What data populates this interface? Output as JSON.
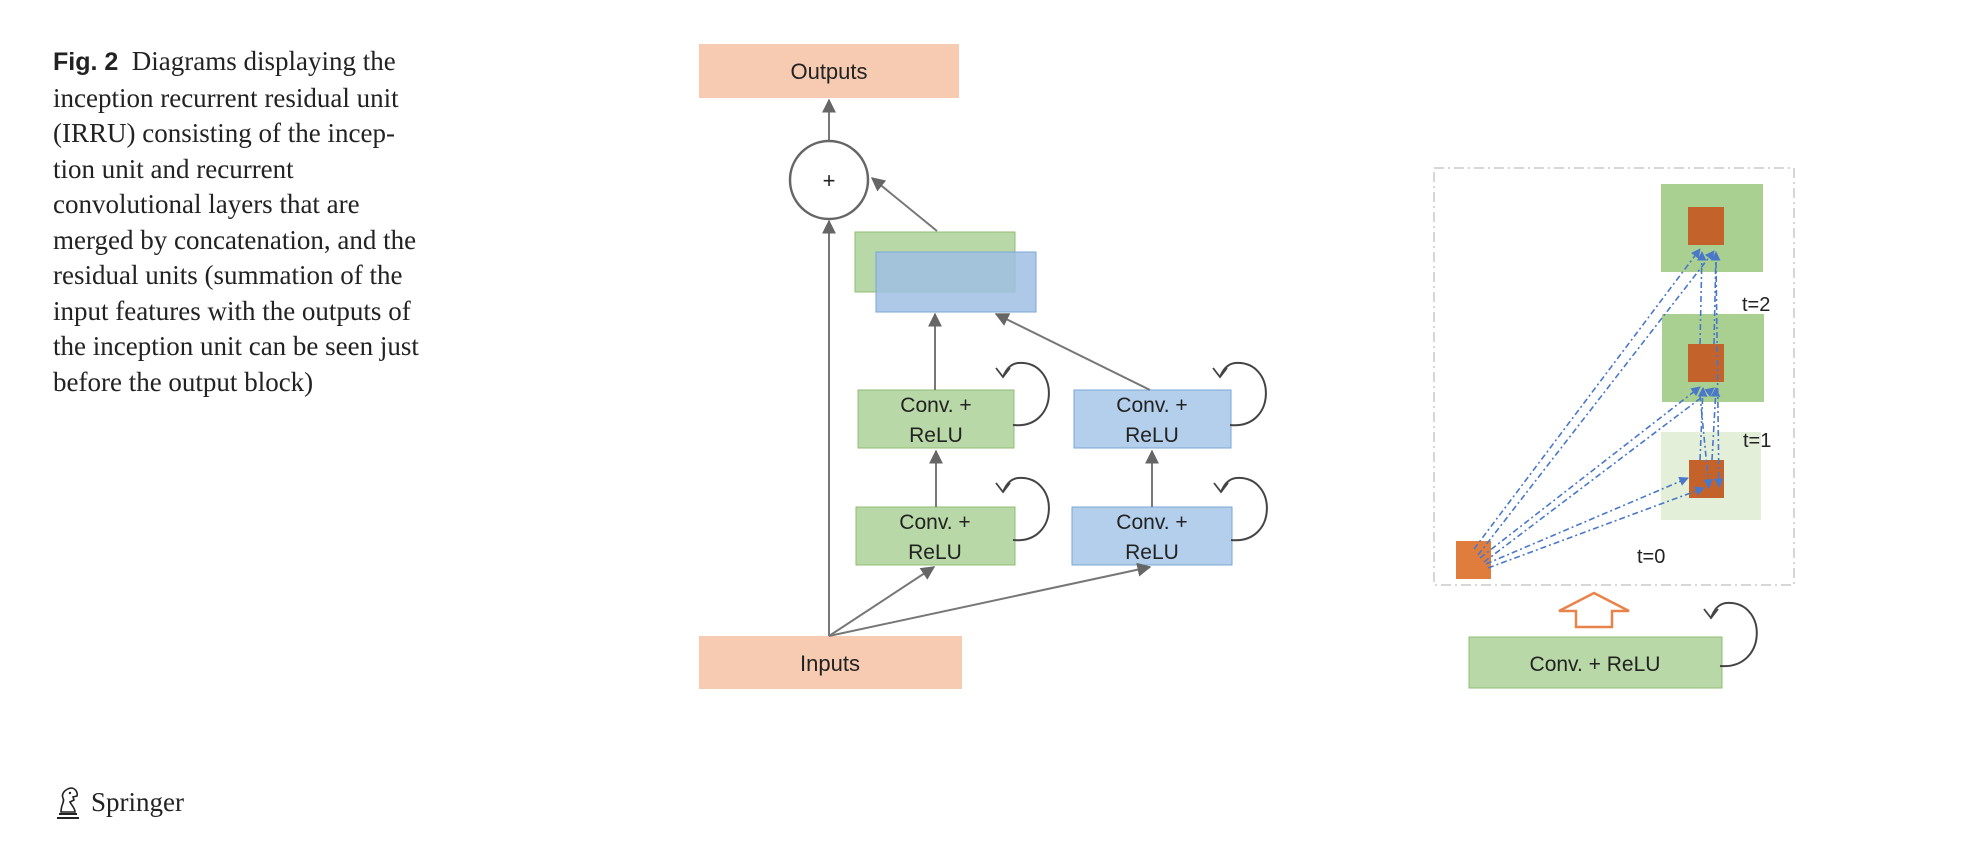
{
  "caption": {
    "label": "Fig. 2",
    "lines": [
      "Diagrams displaying the",
      "inception recurrent residual unit",
      "(IRRU) consisting of the incep-",
      "tion unit and recurrent",
      "convolutional layers that are",
      "merged by concatenation, and the",
      "residual units (summation of the",
      "input features with the outputs of",
      "the inception unit can be seen just",
      "before the output block)"
    ]
  },
  "left_diagram": {
    "outputs_label": "Outputs",
    "inputs_label": "Inputs",
    "sum_symbol": "+",
    "conv_line1": "Conv. +",
    "conv_line2": "ReLU"
  },
  "right_diagram": {
    "t0_label": "t=0",
    "t1_label": "t=1",
    "t2_label": "t=2",
    "conv_label": "Conv. + ReLU"
  },
  "publisher": {
    "name": "Springer",
    "logo_icon": "springer-chess-knight-icon"
  },
  "colors": {
    "io_block": "#f6cbb1",
    "green_block": "#b9d8a7",
    "blue_block": "#b3cfeb",
    "orange_square": "#e07d3d",
    "brown_square": "#c4622b",
    "dashed_arrow": "#4a78c9"
  }
}
